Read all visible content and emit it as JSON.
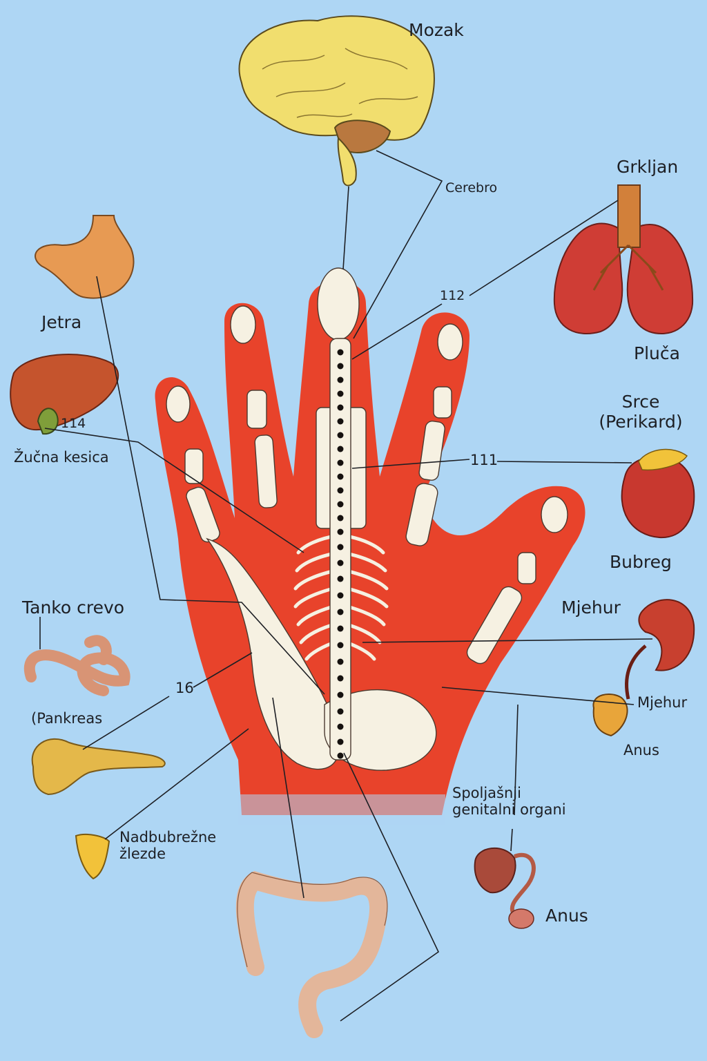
{
  "labels": {
    "mozak": "Mozak",
    "cerebro": "Cerebro",
    "grkljan": "Grkljan",
    "pluca": "Pluča",
    "jetra": "Jetra",
    "num_112": "112",
    "num_114": "114",
    "zucna_kesica": "Žučna kesica",
    "srce_line1": "Srce",
    "srce_line2": "(Perikard)",
    "num_111": "111",
    "bubreg": "Bubreg",
    "tanko_crevo": "Tanko crevo",
    "mjehur_top": "Mjehur",
    "num_16": "16",
    "pankreas": "(Pankreas",
    "mjehur_side": "Mjehur",
    "anus_top": "Anus",
    "spoljasnji_line1": "Spoljašnji",
    "spoljasnji_line2": "genitalni organi",
    "nadbubrezne_line1": "Nadbubrežne",
    "nadbubrezne_line2": "žlezde",
    "anus_bottom": "Anus"
  },
  "colors": {
    "background": "#aed6f4",
    "hand": "#e8432b",
    "bone": "#f6f1e2",
    "leader_line": "#1d1f24"
  }
}
